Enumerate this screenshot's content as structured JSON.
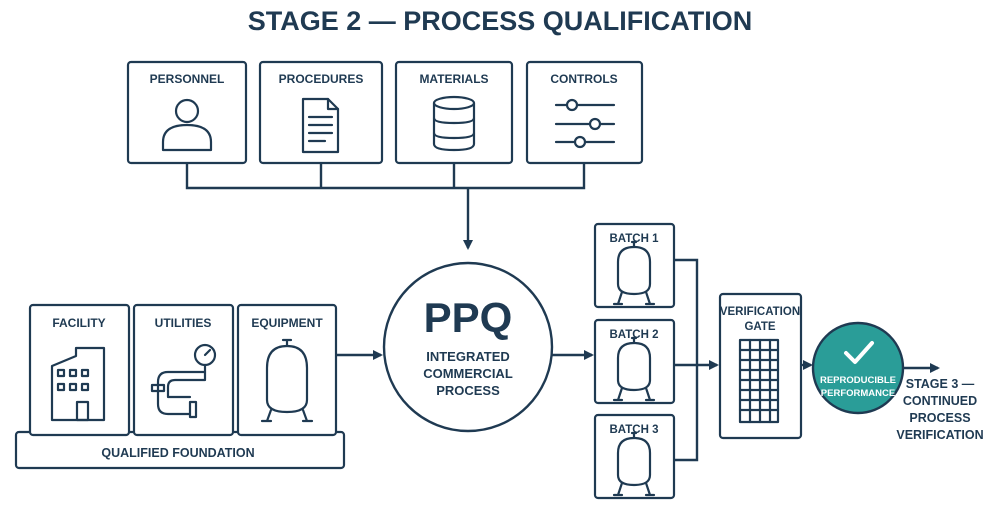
{
  "title": "STAGE 2 — PROCESS QUALIFICATION",
  "inputs": [
    {
      "label": "PERSONNEL",
      "icon": "person-icon"
    },
    {
      "label": "PROCEDURES",
      "icon": "document-icon"
    },
    {
      "label": "MATERIALS",
      "icon": "drum-icon"
    },
    {
      "label": "CONTROLS",
      "icon": "sliders-icon"
    }
  ],
  "foundation": {
    "label": "QUALIFIED FOUNDATION",
    "items": [
      {
        "label": "FACILITY",
        "icon": "building-icon"
      },
      {
        "label": "UTILITIES",
        "icon": "pipe-gauge-icon"
      },
      {
        "label": "EQUIPMENT",
        "icon": "vessel-icon"
      }
    ]
  },
  "ppq": {
    "heading": "PPQ",
    "line1": "INTEGRATED",
    "line2": "COMMERCIAL",
    "line3": "PROCESS"
  },
  "batches": [
    {
      "label": "BATCH 1",
      "icon": "vessel-icon"
    },
    {
      "label": "BATCH 2",
      "icon": "vessel-icon"
    },
    {
      "label": "BATCH 3",
      "icon": "vessel-icon"
    }
  ],
  "gate": {
    "line1": "VERIFICATION",
    "line2": "GATE",
    "icon": "grid-panel-icon"
  },
  "result": {
    "line1": "REPRODUCIBLE",
    "line2": "PERFORMANCE",
    "icon": "check-icon",
    "color": "#2a9d98"
  },
  "next_stage": {
    "line1": "STAGE 3 —",
    "line2": "CONTINUED",
    "line3": "PROCESS",
    "line4": "VERIFICATION"
  },
  "colors": {
    "primary": "#1f3a52",
    "accent": "#2a9d98",
    "background": "#ffffff"
  }
}
